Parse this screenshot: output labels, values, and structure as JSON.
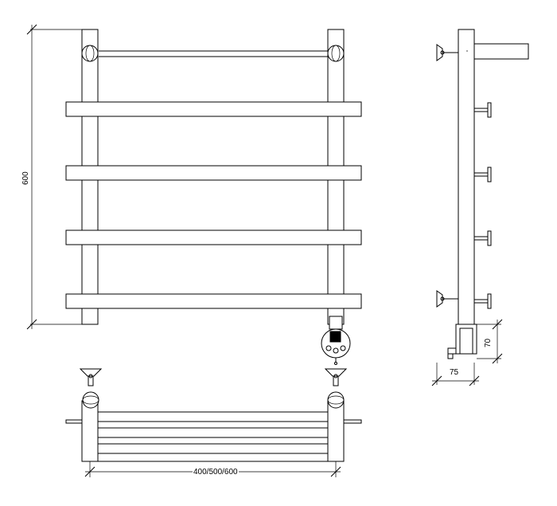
{
  "dimensions": {
    "height_label": "600",
    "width_label": "400/500/600",
    "depth_label": "75",
    "heater_height_label": "70"
  },
  "icons": [
    "connector-ball-icon",
    "heater-control-icon"
  ],
  "colors": {
    "line": "#000000",
    "background": "#ffffff"
  }
}
